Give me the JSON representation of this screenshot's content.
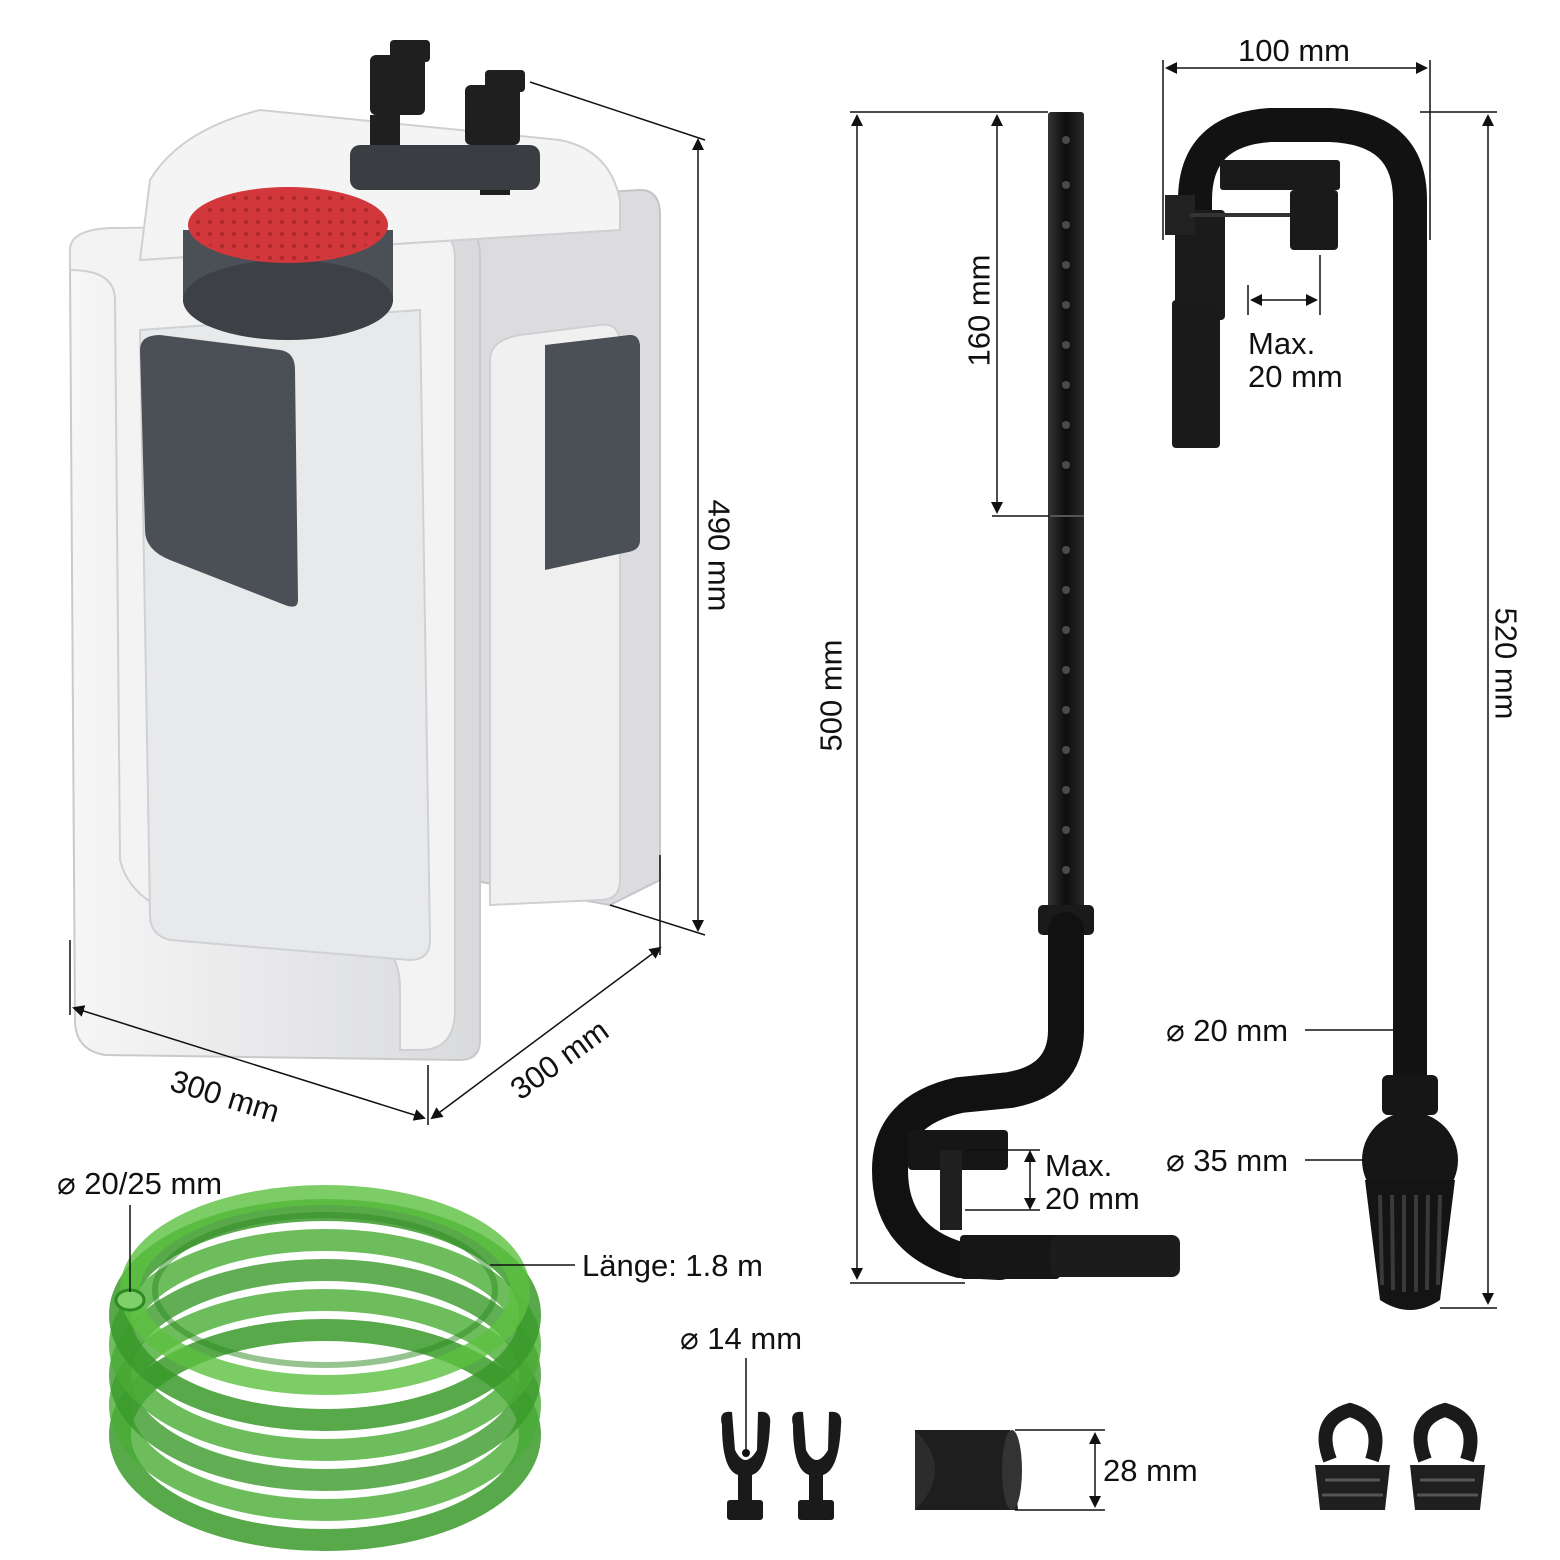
{
  "labels": {
    "filter_width": "300 mm",
    "filter_depth": "300 mm",
    "filter_height": "490 mm",
    "intake_total": "500 mm",
    "intake_upper": "160 mm",
    "intake_clamp_max": "Max.\n20 mm",
    "outlet_reach": "100 mm",
    "outlet_height": "520 mm",
    "outlet_clamp_max": "Max.\n20 mm",
    "outlet_pipe_dia": "⌀ 20 mm",
    "outlet_strainer_dia": "⌀ 35 mm",
    "hose_dia": "⌀ 20/25 mm",
    "hose_length": "Länge: 1.8 m",
    "clip_dia": "⌀ 14 mm",
    "nozzle_size": "28 mm"
  },
  "colors": {
    "filter_body": "#eeeeef",
    "filter_dark": "#4b5056",
    "lid_red": "#d2383b",
    "tube_black": "#1a1a1a",
    "hose_green": "#3a9a2a"
  },
  "icons": [
    "canister-filter",
    "intake-pipe",
    "outlet-pipe",
    "green-hose",
    "suction-clip",
    "nozzle",
    "hose-clamp"
  ]
}
